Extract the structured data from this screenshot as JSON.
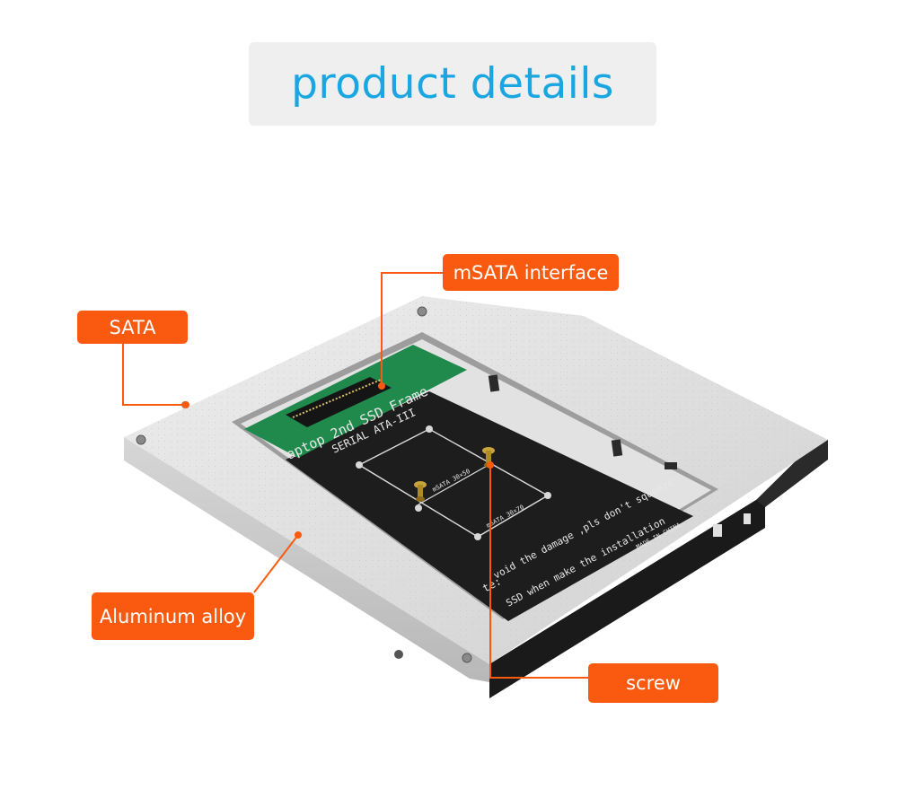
{
  "title": "product details",
  "callouts": {
    "msata": "mSATA interface",
    "sata": "SATA",
    "aluminum": "Aluminum alloy",
    "screw": "screw"
  },
  "board": {
    "line1": "aptop 2nd SSD Frame",
    "line2": "SERIAL ATA-III",
    "size_a": "mSATA 30×50",
    "size_b": "mSATA 30×70",
    "warn1": "void the damage ,pls don't squeeze",
    "warn2": "SSD when make the installation",
    "warn_prefix": "te:",
    "made_in": "MADE IN CHINA"
  },
  "colors": {
    "accent": "#fa5a0f",
    "title": "#1aa6e0",
    "title_bg": "#efefef",
    "frame": "#dcdcdc",
    "board": "#1d1d1d",
    "pcb": "#1f8a4c"
  }
}
